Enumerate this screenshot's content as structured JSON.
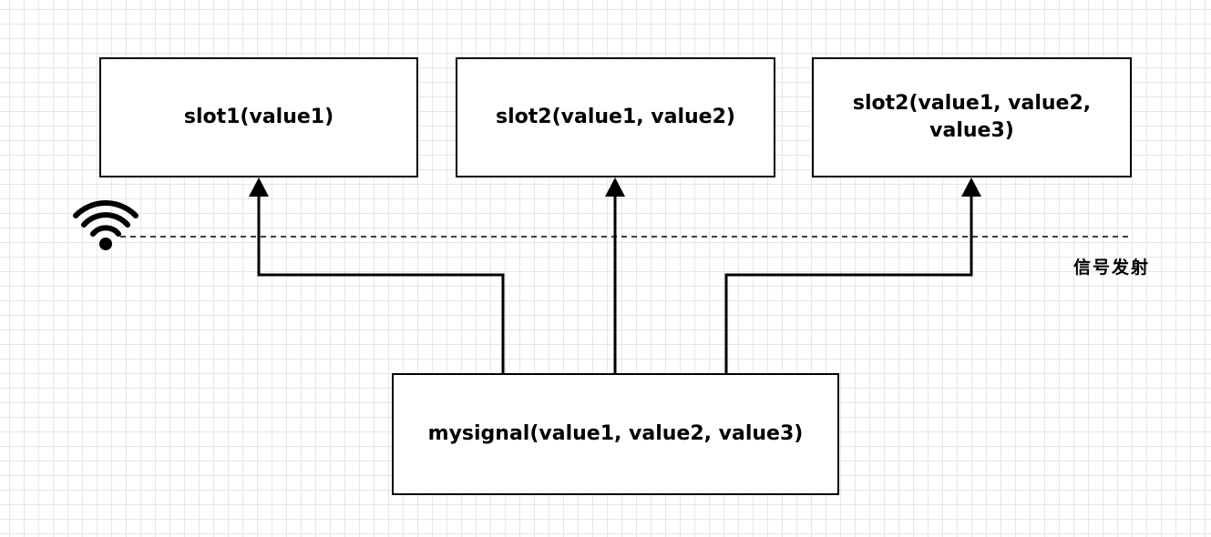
{
  "diagram": {
    "slots": [
      {
        "label": "slot1(value1)"
      },
      {
        "label": "slot2(value1, value2)"
      },
      {
        "label": "slot2(value1, value2, value3)"
      }
    ],
    "signal": {
      "label": "mysignal(value1, value2, value3)"
    },
    "emission_label": "信号发射",
    "icons": {
      "wifi": "wifi-icon"
    }
  }
}
